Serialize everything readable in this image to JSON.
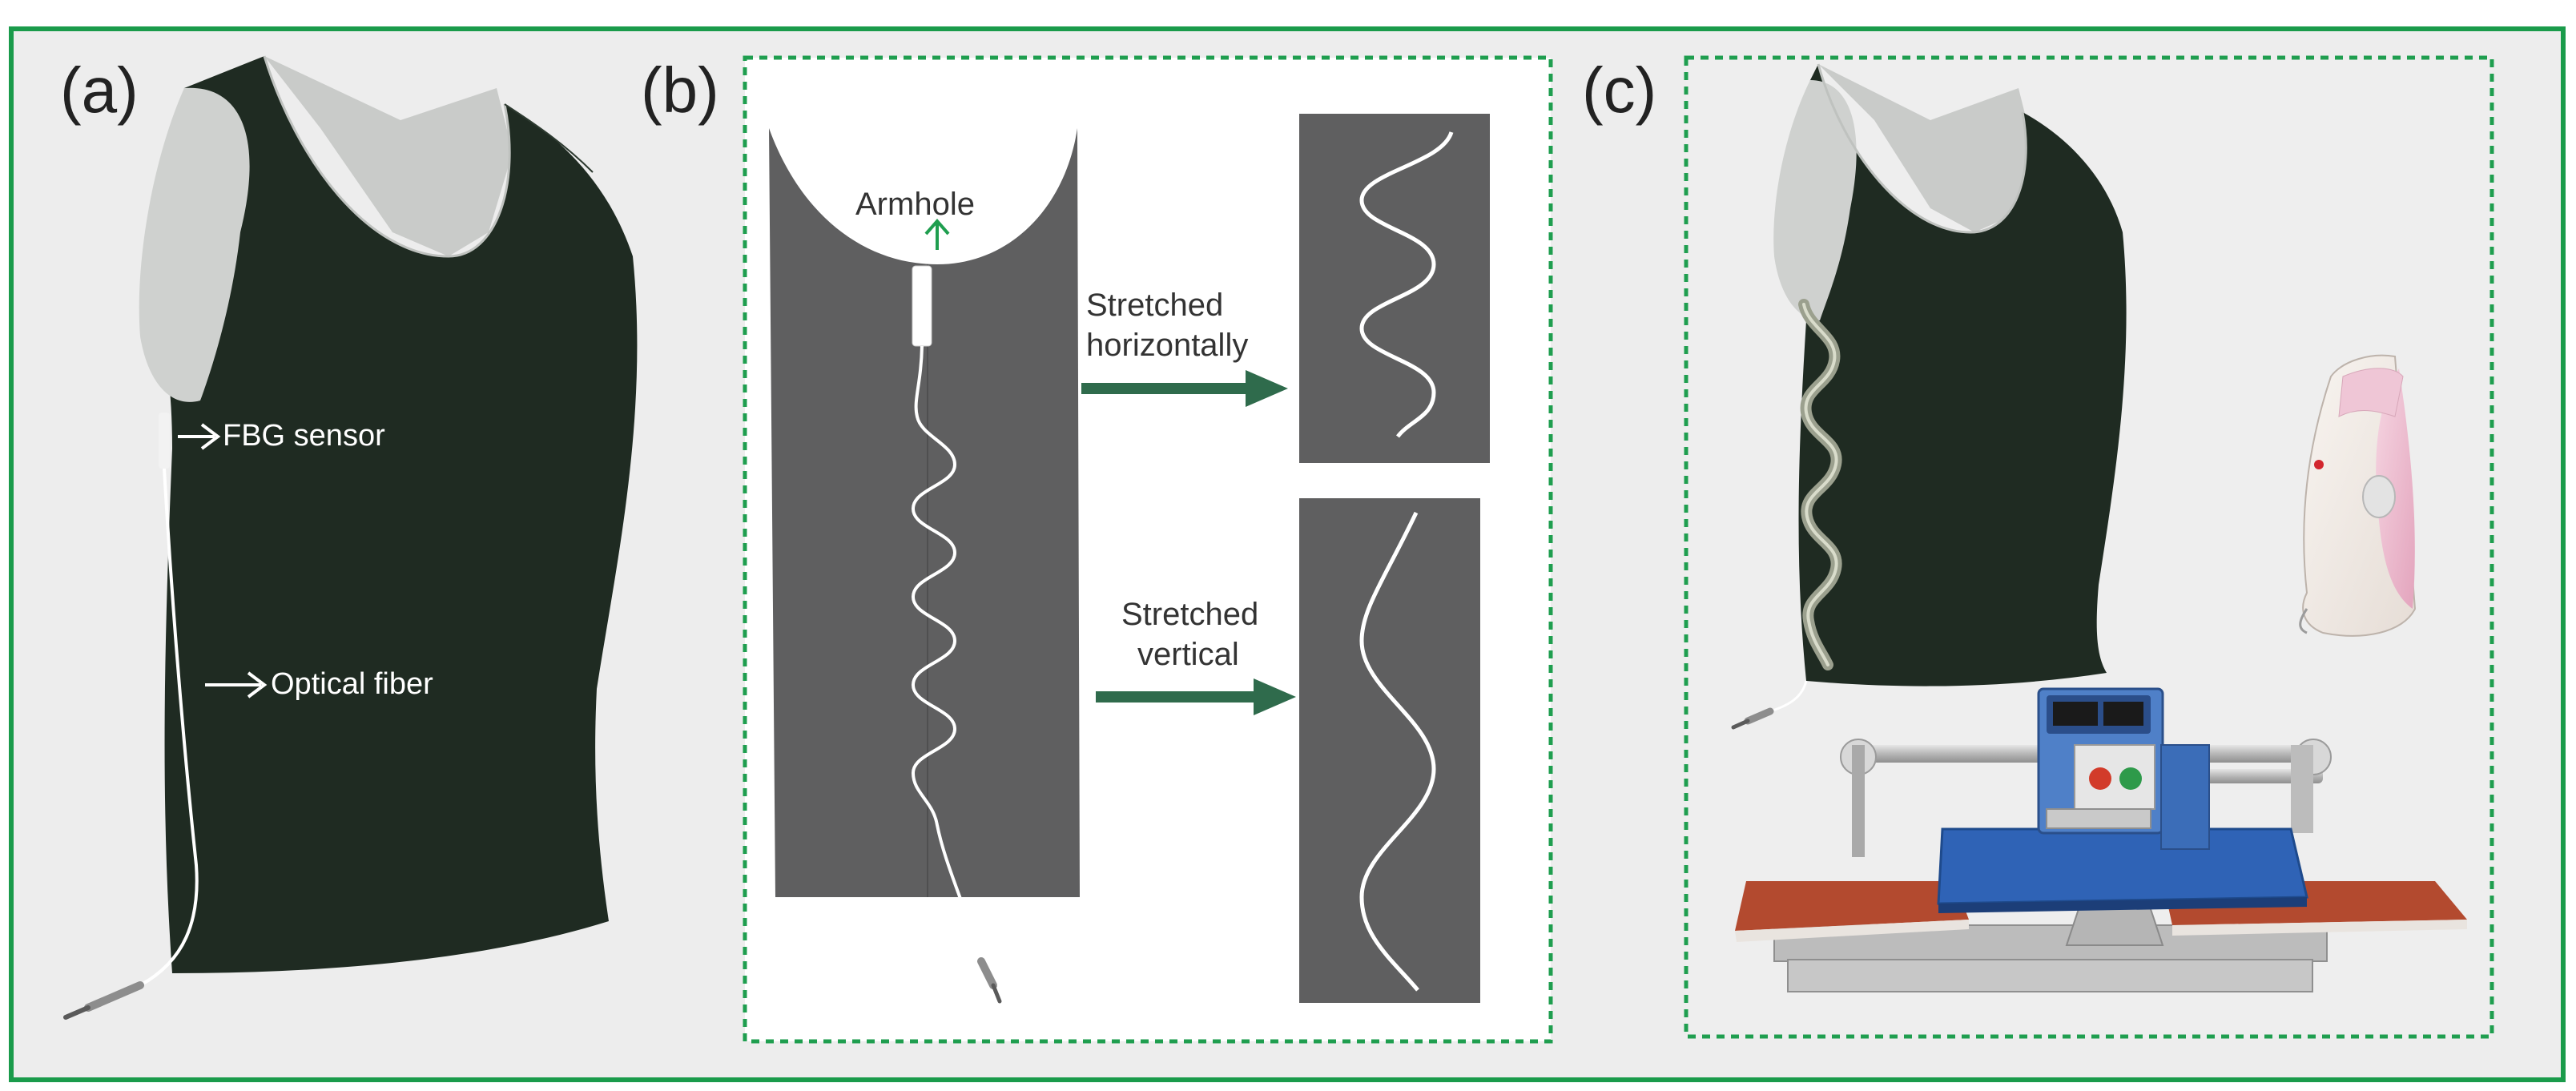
{
  "panels": {
    "a": {
      "label": "(a)",
      "fbg_label": "FBG sensor",
      "fiber_label": "Optical fiber"
    },
    "b": {
      "label": "(b)",
      "armhole_label": "Armhole",
      "stretch_h_line1": "Stretched",
      "stretch_h_line2": "horizontally",
      "stretch_v_line1": "Stretched",
      "stretch_v_line2": "vertical"
    },
    "c": {
      "label": "(c)"
    }
  },
  "colors": {
    "frame_green": "#1a9b4b",
    "dash_green": "#1f9e4f",
    "background_gray": "#ededed",
    "vest_dark": "#1f2b22",
    "fabric_gray": "#5f5f60",
    "arrow_green": "#2f6b4c",
    "press_red": "#b34a2f",
    "press_blue": "#2f63b6"
  },
  "icons": [
    "vest-icon",
    "fiber-connector-icon",
    "iron-icon",
    "heat-press-icon",
    "arrow-right-icon"
  ]
}
